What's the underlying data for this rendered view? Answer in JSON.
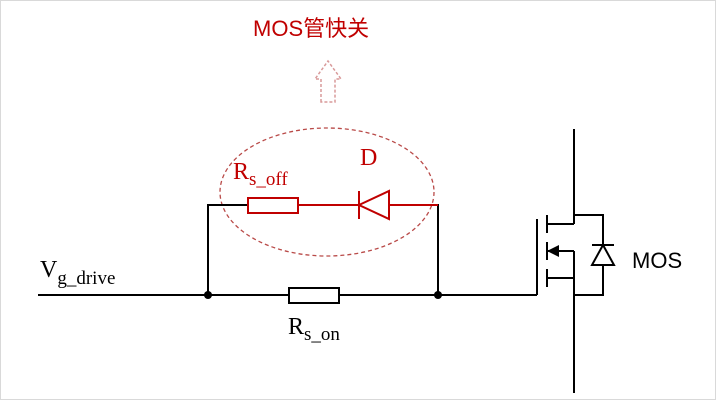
{
  "title": "MOS管快关",
  "labels": {
    "vg_main": "V",
    "vg_sub": "g_drive",
    "rs_off_main": "R",
    "rs_off_sub": "s_off",
    "diode": "D",
    "rs_on_main": "R",
    "rs_on_sub": "s_on",
    "mos": "MOS"
  },
  "colors": {
    "wire": "#000000",
    "accent": "#c00000",
    "highlight_ellipse": "#b94a48",
    "arrow": "#d99a9a"
  },
  "icons": {
    "up_arrow": "dashed-up-arrow-icon",
    "diode": "diode-icon",
    "body_diode": "body-diode-icon",
    "mosfet": "n-mosfet-icon"
  }
}
